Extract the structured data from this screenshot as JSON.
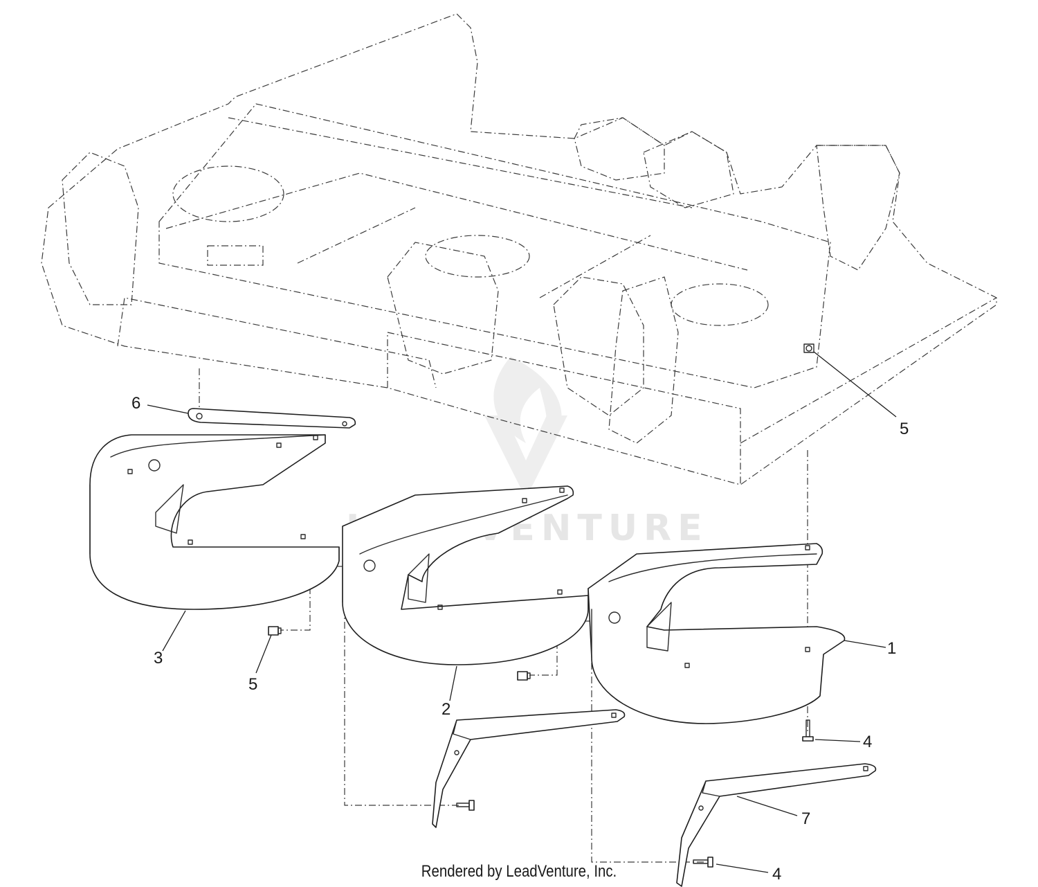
{
  "diagram": {
    "callouts": [
      {
        "id": "c6",
        "label": "6"
      },
      {
        "id": "c5a",
        "label": "5"
      },
      {
        "id": "c3",
        "label": "3"
      },
      {
        "id": "c5b",
        "label": "5"
      },
      {
        "id": "c2",
        "label": "2"
      },
      {
        "id": "c1",
        "label": "1"
      },
      {
        "id": "c4a",
        "label": "4"
      },
      {
        "id": "c7",
        "label": "7"
      },
      {
        "id": "c4b",
        "label": "4"
      }
    ],
    "watermark": "LEADVENTURE",
    "credit": "Rendered by LeadVenture, Inc."
  }
}
